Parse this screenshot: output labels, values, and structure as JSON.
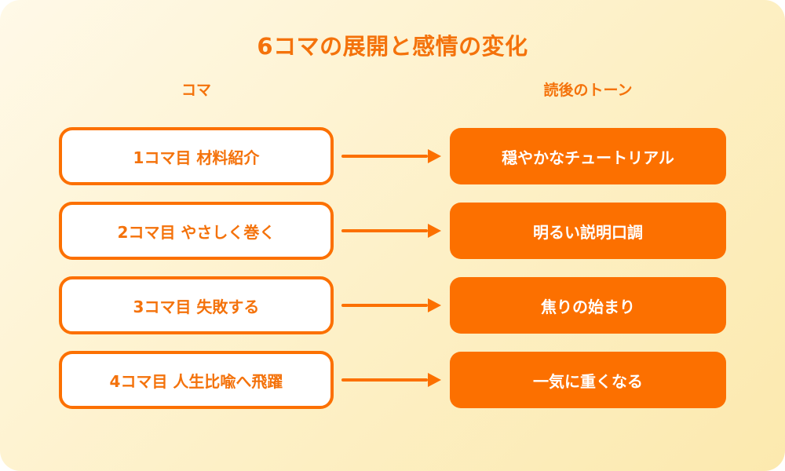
{
  "title": "6コマの展開と感情の変化",
  "columns": {
    "left": "コマ",
    "right": "読後のトーン"
  },
  "rows": [
    {
      "panel": "1コマ目 材料紹介",
      "tone": "穏やかなチュートリアル"
    },
    {
      "panel": "2コマ目 やさしく巻く",
      "tone": "明るい説明口調"
    },
    {
      "panel": "3コマ目 失敗する",
      "tone": "焦りの始まり"
    },
    {
      "panel": "4コマ目 人生比喩へ飛躍",
      "tone": "一気に重くなる"
    }
  ],
  "icons": {
    "arrow": "right-arrow"
  },
  "colors": {
    "accent_orange": "#FC7000",
    "text_orange": "#F4720B",
    "box_text_white": "#FFFFFF",
    "background_gradient_start": "#FFF9E8",
    "background_gradient_end": "#FCE9AE",
    "page_outside": "#FFFFFF"
  }
}
